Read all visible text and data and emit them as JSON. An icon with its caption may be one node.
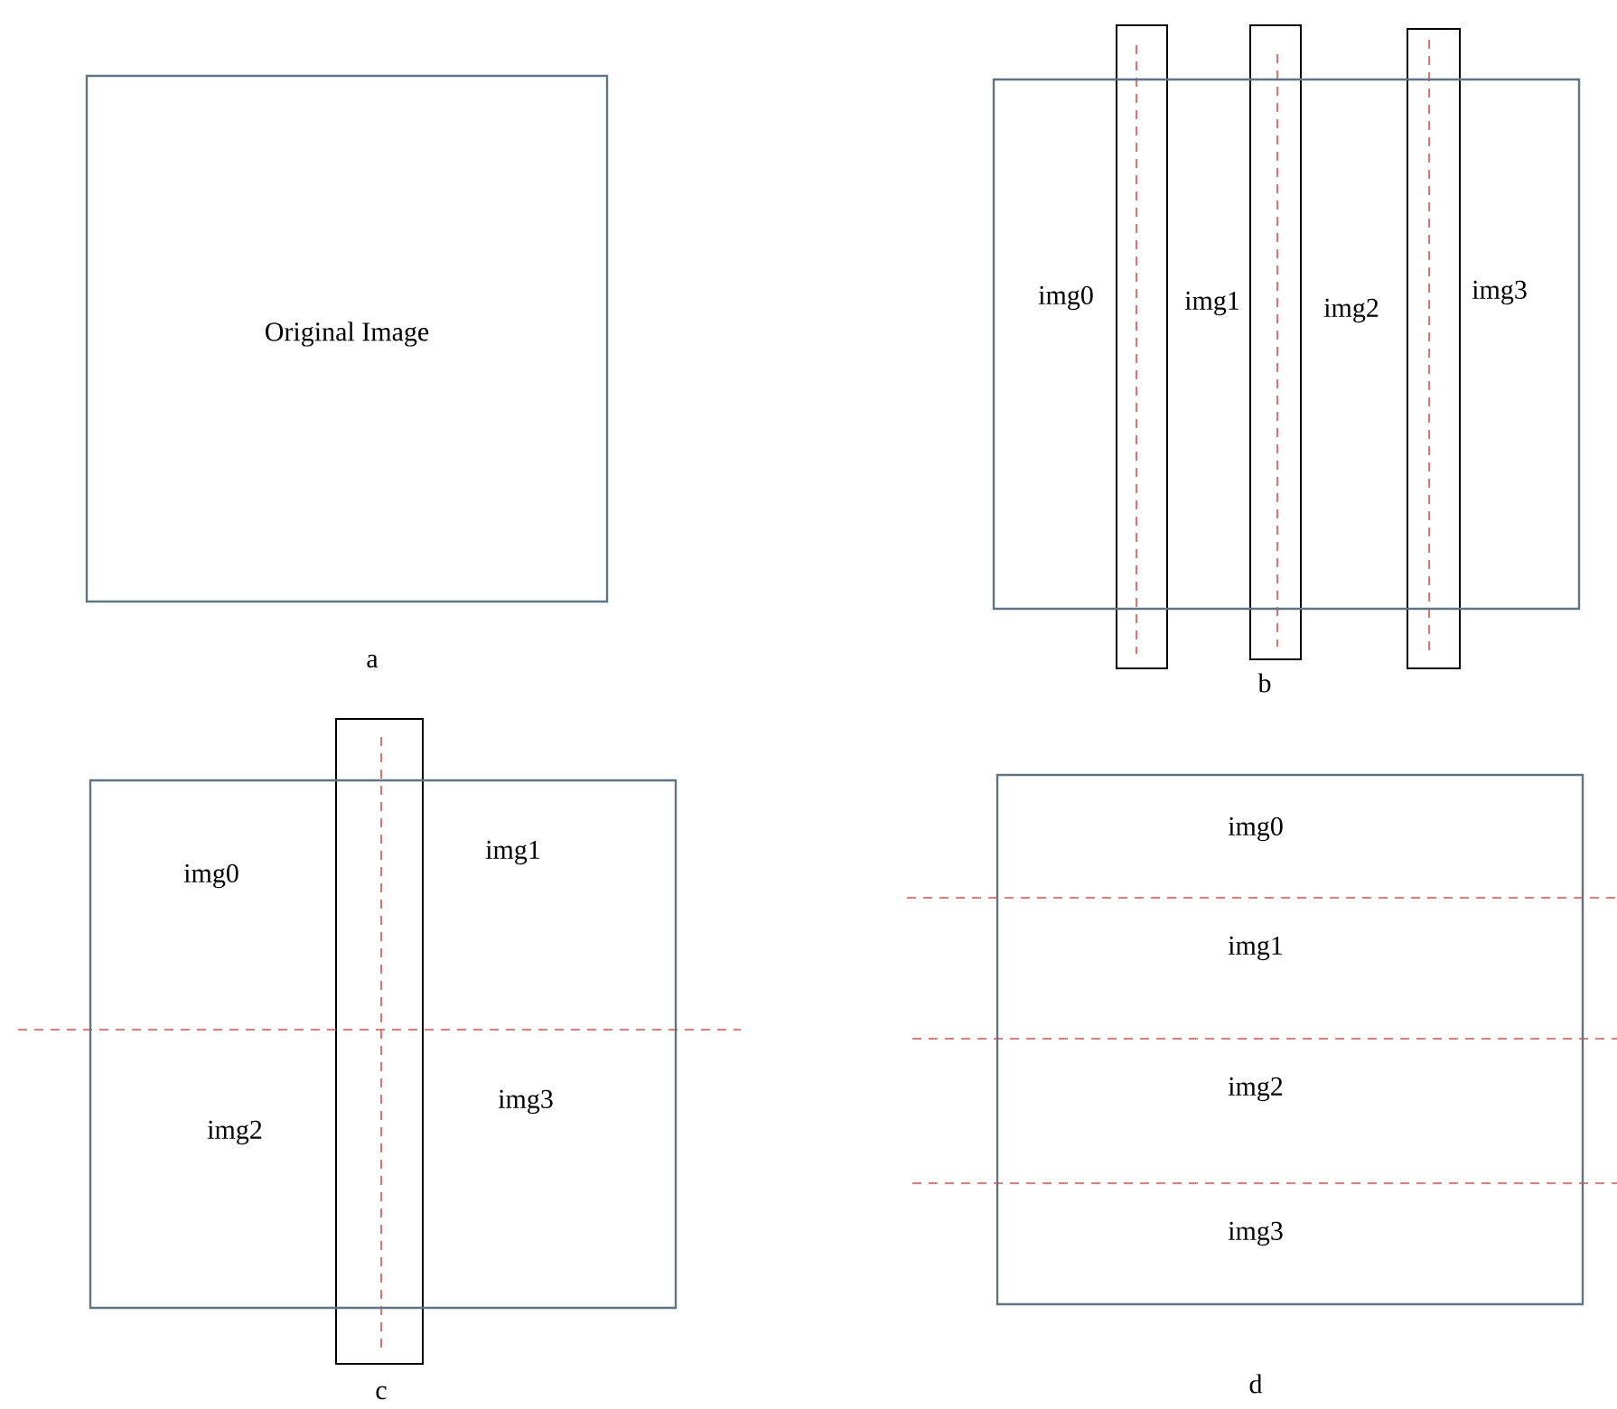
{
  "diagram": {
    "nodes": [
      {
        "text": [
          "Original Image"
        ],
        "beside": [
          "a"
        ]
      },
      {
        "text": [
          "img0",
          "img1",
          "img2",
          "img3"
        ],
        "beside": [
          "b"
        ]
      },
      {
        "text": [
          "img0",
          "img1",
          "img2",
          "img3"
        ],
        "beside": [
          "c"
        ]
      },
      {
        "text": [
          "img0",
          "img1",
          "img2",
          "img3"
        ],
        "beside": [
          "d"
        ]
      }
    ]
  }
}
